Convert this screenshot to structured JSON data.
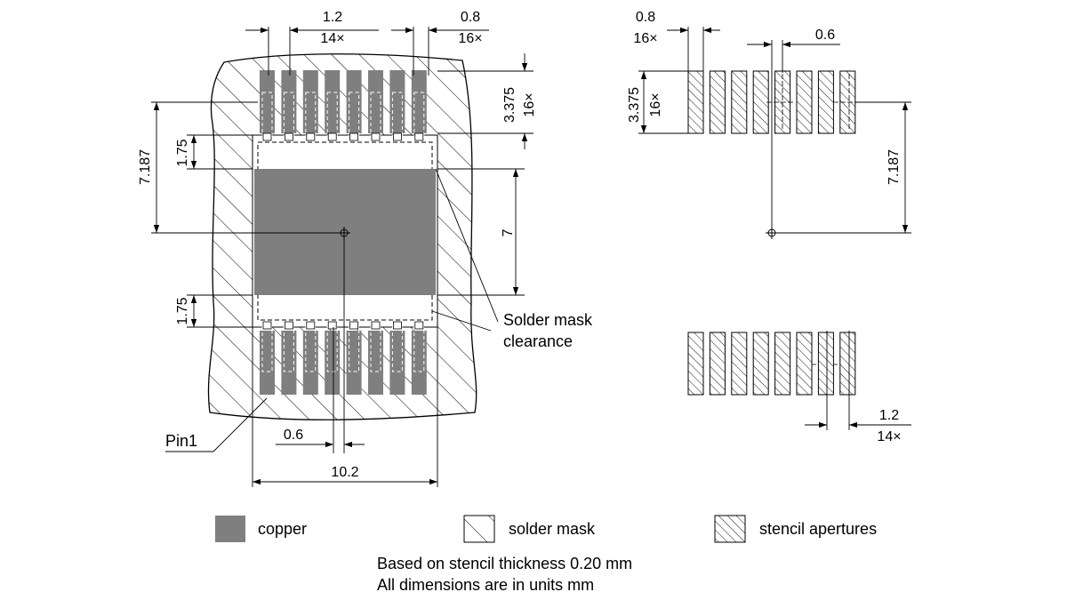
{
  "colors": {
    "copper": "#7f7f7f",
    "line": "#000000",
    "background": "#ffffff"
  },
  "labels": {
    "solder_mask_clearance_1": "Solder mask",
    "solder_mask_clearance_2": "clearance",
    "pin1": "Pin1"
  },
  "dims": {
    "pitch_top": "1.2",
    "pitch_top_count": "14×",
    "pad_width_top": "0.8",
    "pad_width_top_count": "16×",
    "pad_length": "3.375",
    "pad_length_count": "16×",
    "pad_row_offset": "7.187",
    "mask_gap_top": "1.75",
    "mask_gap_bottom": "1.75",
    "thermal_height": "7",
    "pad_pitch_offset": "0.6",
    "body_width": "10.2",
    "stencil_pad_width": "0.8",
    "stencil_pad_width_count": "16×",
    "stencil_offset": "0.6",
    "stencil_pad_length": "3.375",
    "stencil_pad_length_count": "16×",
    "stencil_row_offset": "7.187",
    "stencil_pitch": "1.2",
    "stencil_pitch_count": "14×"
  },
  "legend": [
    {
      "name": "copper",
      "label": "copper"
    },
    {
      "name": "solder-mask",
      "label": "solder mask"
    },
    {
      "name": "stencil-apertures",
      "label": "stencil apertures"
    }
  ],
  "notes": {
    "line1": "Based on stencil thickness 0.20 mm",
    "line2": "All dimensions are in units mm"
  }
}
